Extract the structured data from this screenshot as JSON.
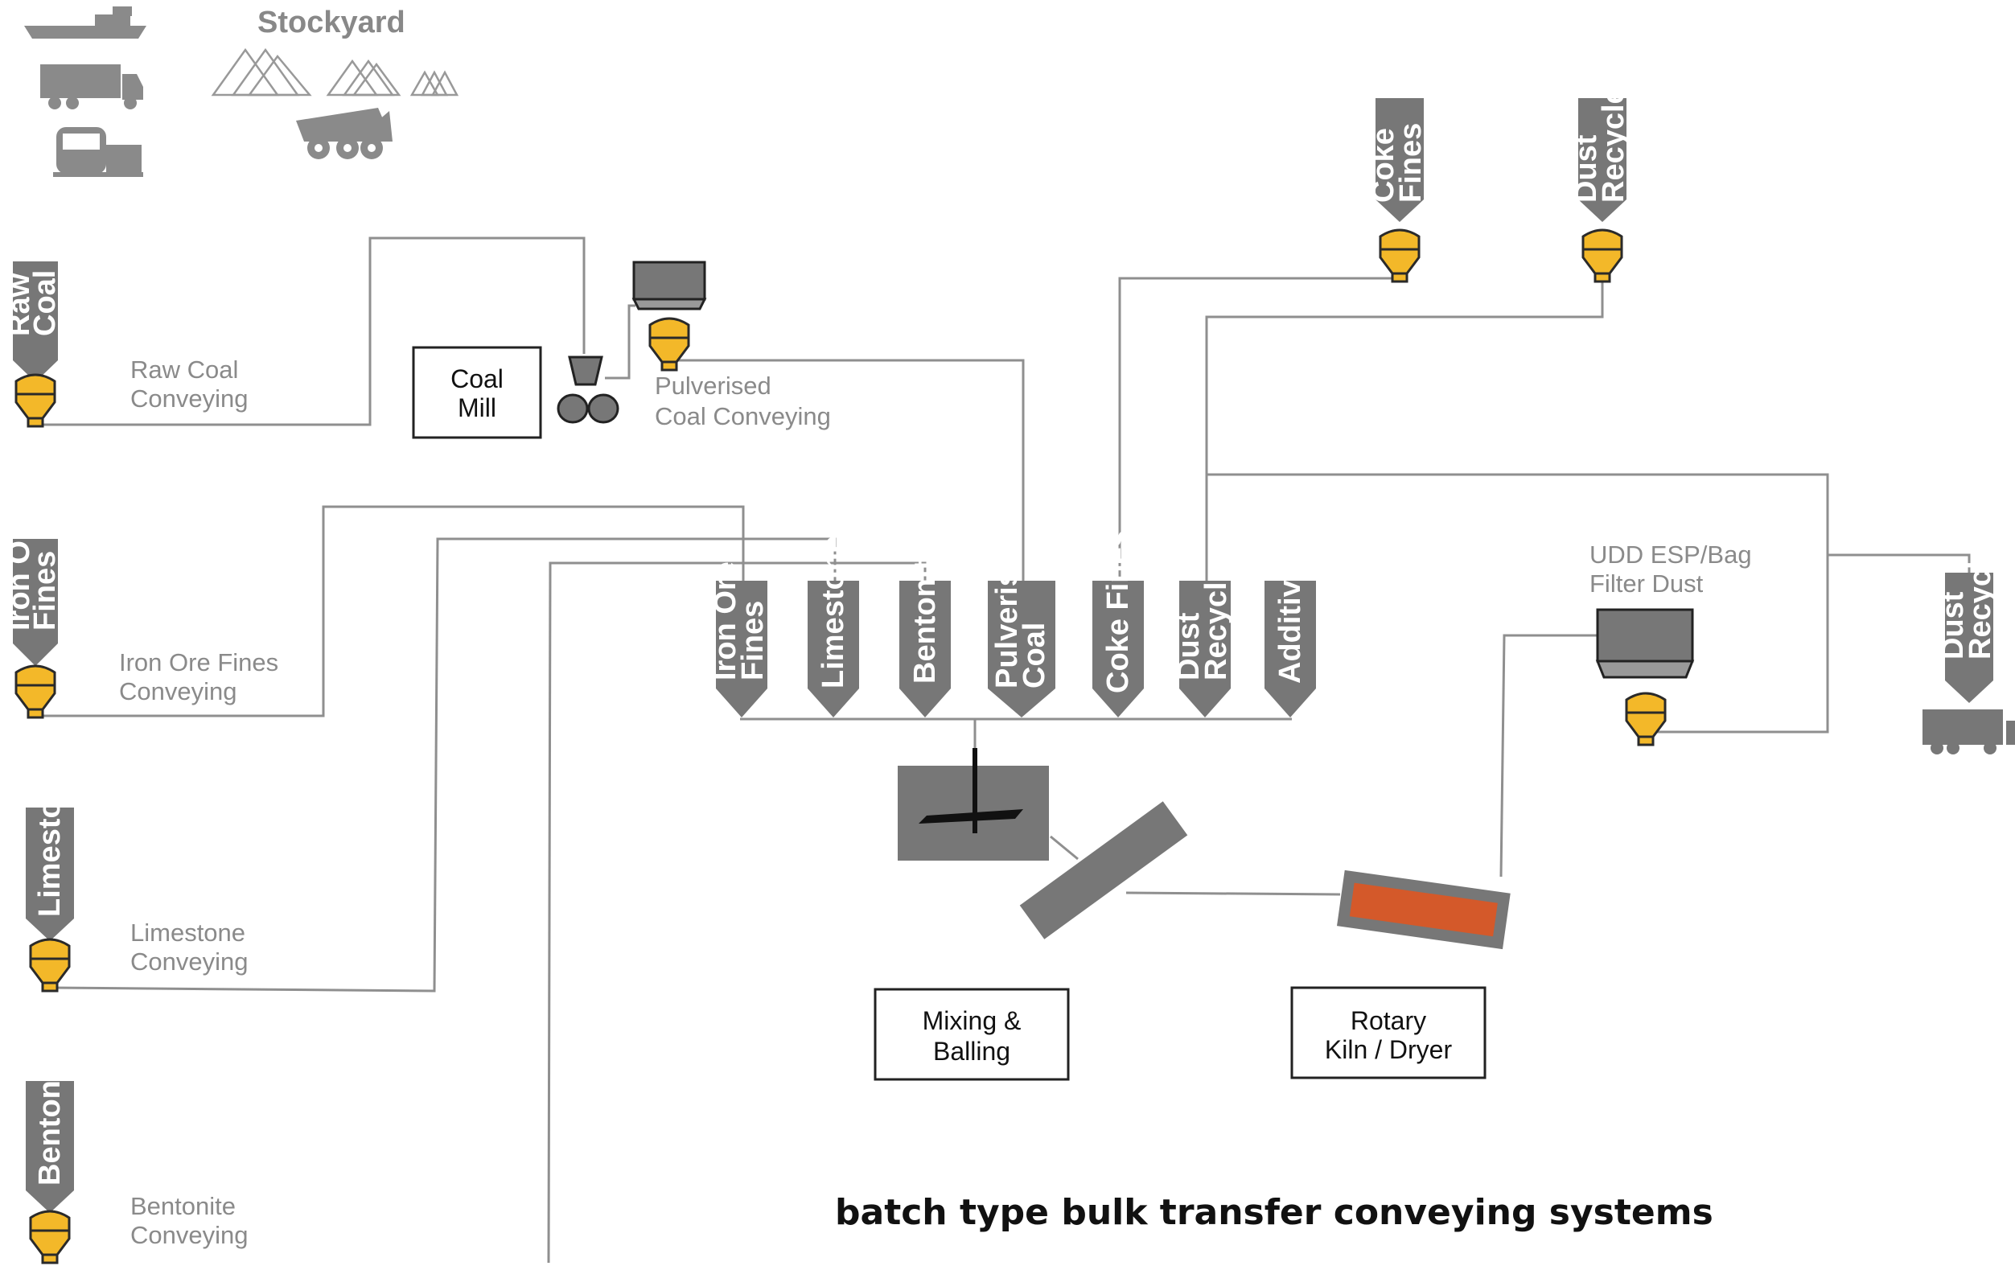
{
  "stockyard": {
    "title": "Stockyard"
  },
  "diagram_title": "batch type bulk transfer conveying systems",
  "sources": [
    {
      "id": "raw-coal",
      "silo_lines": [
        "Raw",
        "Coal"
      ],
      "conveying_lines": [
        "Raw Coal",
        "Conveying"
      ]
    },
    {
      "id": "iron-ore-fines",
      "silo_lines": [
        "Iron Ore",
        "Fines"
      ],
      "conveying_lines": [
        "Iron Ore Fines",
        "Conveying"
      ]
    },
    {
      "id": "limestone",
      "silo_lines": [
        "Limestone"
      ],
      "conveying_lines": [
        "Limestone",
        "Conveying"
      ]
    },
    {
      "id": "bentonite",
      "silo_lines": [
        "Bentonite"
      ],
      "conveying_lines": [
        "Bentonite",
        "Conveying"
      ]
    }
  ],
  "coal_mill": {
    "lines": [
      "Coal",
      "Mill"
    ]
  },
  "pulverised_coal_conveying": {
    "lines": [
      "Pulverised",
      "Coal Conveying"
    ]
  },
  "top_silos": [
    {
      "id": "coke-fines",
      "silo_lines": [
        "Coke",
        "Fines"
      ]
    },
    {
      "id": "dust-recycle-top",
      "silo_lines": [
        "Dust",
        "Recycle"
      ]
    }
  ],
  "day_bins": [
    {
      "id": "iron-ore-fines",
      "silo_lines": [
        "Iron Ore",
        "Fines"
      ]
    },
    {
      "id": "limestone",
      "silo_lines": [
        "Limestone"
      ]
    },
    {
      "id": "bentonite",
      "silo_lines": [
        "Bentonite"
      ]
    },
    {
      "id": "pulverised-coal",
      "silo_lines": [
        "Pulverised",
        "Coal"
      ]
    },
    {
      "id": "coke-fines",
      "silo_lines": [
        "Coke Fines"
      ]
    },
    {
      "id": "dust-recycle",
      "silo_lines": [
        "Dust",
        "Recycle"
      ]
    },
    {
      "id": "additives",
      "silo_lines": [
        "Additives"
      ]
    }
  ],
  "udd_filter": {
    "lines": [
      "UDD ESP/Bag",
      "Filter Dust"
    ]
  },
  "dust_recycle_right": {
    "silo_lines": [
      "Dust",
      "Recycle"
    ]
  },
  "mixing_balling": {
    "lines": [
      "Mixing &",
      "Balling"
    ]
  },
  "rotary_kiln": {
    "lines": [
      "Rotary",
      "Kiln / Dryer"
    ]
  },
  "colors": {
    "silo": "#777777",
    "hopper": "#f3b829",
    "conveyor": "#8f8f8f",
    "kiln": "#d4592a"
  },
  "icons": [
    "ship-icon",
    "truck-icon",
    "train-icon",
    "stockpile-icon",
    "dump-truck-icon",
    "mixer-icon",
    "kiln-icon",
    "bag-filter-icon",
    "crusher-icon"
  ]
}
